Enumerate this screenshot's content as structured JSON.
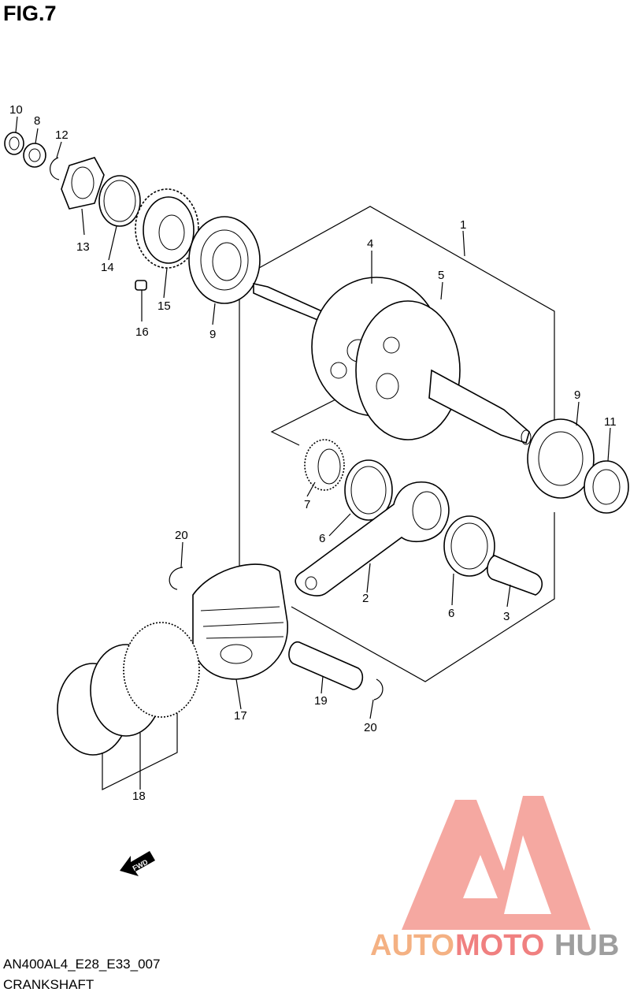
{
  "figure": {
    "title": "FIG.7",
    "diagram_code": "AN400AL4_E28_E33_007",
    "section_name": "CRANKSHAFT"
  },
  "callouts": [
    {
      "id": "c1",
      "text": "1"
    },
    {
      "id": "c2",
      "text": "2"
    },
    {
      "id": "c3",
      "text": "3"
    },
    {
      "id": "c4",
      "text": "4"
    },
    {
      "id": "c5",
      "text": "5"
    },
    {
      "id": "c6a",
      "text": "6"
    },
    {
      "id": "c6b",
      "text": "6"
    },
    {
      "id": "c7",
      "text": "7"
    },
    {
      "id": "c8",
      "text": "8"
    },
    {
      "id": "c9a",
      "text": "9"
    },
    {
      "id": "c9b",
      "text": "9"
    },
    {
      "id": "c10",
      "text": "10"
    },
    {
      "id": "c11",
      "text": "11"
    },
    {
      "id": "c12",
      "text": "12"
    },
    {
      "id": "c13",
      "text": "13"
    },
    {
      "id": "c14",
      "text": "14"
    },
    {
      "id": "c15",
      "text": "15"
    },
    {
      "id": "c16",
      "text": "16"
    },
    {
      "id": "c17",
      "text": "17"
    },
    {
      "id": "c18",
      "text": "18"
    },
    {
      "id": "c19",
      "text": "19"
    },
    {
      "id": "c20a",
      "text": "20"
    },
    {
      "id": "c20b",
      "text": "20"
    }
  ],
  "direction_marker": {
    "text": "FWD"
  },
  "watermark": {
    "part1": "AUTO",
    "part2": "MOTO",
    "part3": "HUB",
    "colors": {
      "part1": "#f4b183",
      "part2": "#f08080",
      "part3": "#9e9e9e",
      "logo": "#f28b82"
    }
  }
}
